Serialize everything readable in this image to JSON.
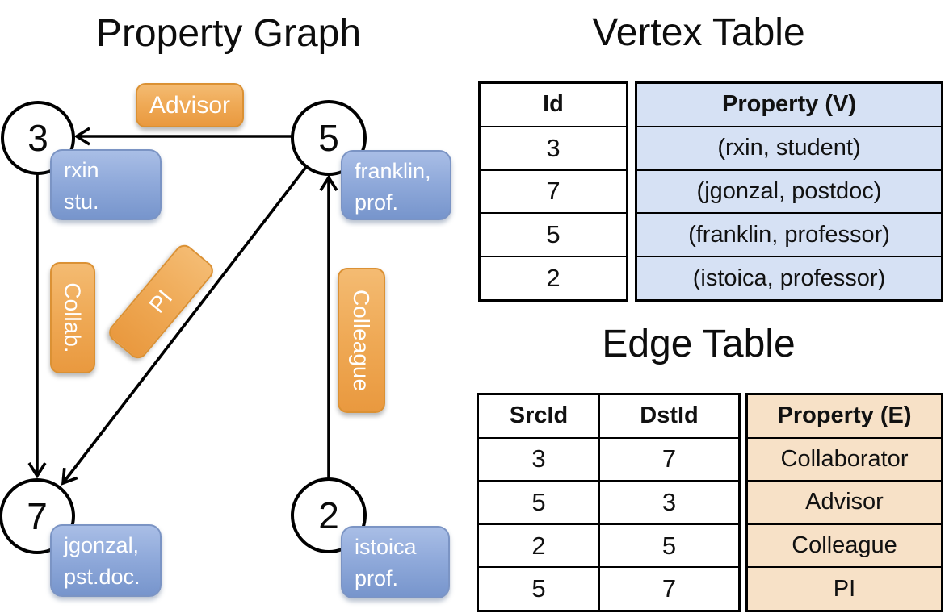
{
  "graph": {
    "title": "Property Graph",
    "nodes": {
      "n3": {
        "id": "3",
        "prop_line1": "rxin",
        "prop_line2": "stu."
      },
      "n5": {
        "id": "5",
        "prop_line1": "franklin,",
        "prop_line2": "prof."
      },
      "n7": {
        "id": "7",
        "prop_line1": "jgonzal,",
        "prop_line2": "pst.doc."
      },
      "n2": {
        "id": "2",
        "prop_line1": "istoica",
        "prop_line2": "prof."
      }
    },
    "edge_labels": {
      "advisor": "Advisor",
      "collab": "Collab.",
      "pi": "PI",
      "colleague": "Colleague"
    }
  },
  "vertex_table": {
    "title": "Vertex Table",
    "columns": [
      "Id",
      "Property (V)"
    ],
    "rows": [
      [
        "3",
        "(rxin, student)"
      ],
      [
        "7",
        "(jgonzal, postdoc)"
      ],
      [
        "5",
        "(franklin, professor)"
      ],
      [
        "2",
        "(istoica, professor)"
      ]
    ]
  },
  "edge_table": {
    "title": "Edge Table",
    "columns": [
      "SrcId",
      "DstId",
      "Property (E)"
    ],
    "rows": [
      [
        "3",
        "7",
        "Collaborator"
      ],
      [
        "5",
        "3",
        "Advisor"
      ],
      [
        "2",
        "5",
        "Colleague"
      ],
      [
        "5",
        "7",
        "PI"
      ]
    ]
  },
  "colors": {
    "edge_label_orange_top": "#F4BB72",
    "edge_label_orange_bottom": "#E9993F",
    "edge_label_orange_border": "#DB9134",
    "vertex_prop_blue_top": "#A9BEE6",
    "vertex_prop_blue_bottom": "#7795CC",
    "vertex_prop_blue_border": "#7B94C4",
    "vertex_table_cell_bg": "#D6E1F4",
    "edge_table_cell_bg": "#F7E1C7",
    "line_color": "#000000",
    "box_text_color": "#FFFFFF"
  }
}
